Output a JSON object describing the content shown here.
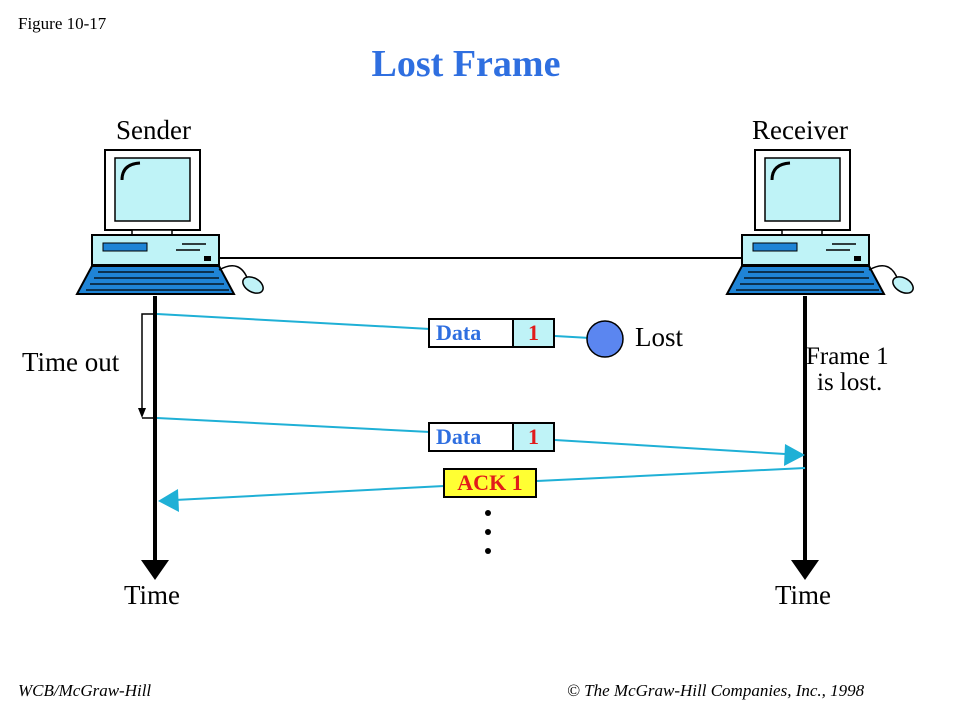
{
  "figure_label": "Figure 10-17",
  "title": "Lost Frame",
  "sender_label": "Sender",
  "receiver_label": "Receiver",
  "timeout_label": "Time out",
  "lost_label": "Lost",
  "lost_note_line1": "Frame 1",
  "lost_note_line2": "is lost.",
  "time_left": "Time",
  "time_right": "Time",
  "frame1": {
    "name": "Data",
    "num": "1"
  },
  "frame2": {
    "name": "Data",
    "num": "1"
  },
  "ack": "ACK 1",
  "footer_left": "WCB/McGraw-Hill",
  "footer_right": "© The McGraw-Hill Companies, Inc., 1998",
  "colors": {
    "title": "#2f6fe0",
    "signal": "#1fb0d6",
    "ack_bg": "#ffff33",
    "lost_circle": "#5b86f0"
  }
}
